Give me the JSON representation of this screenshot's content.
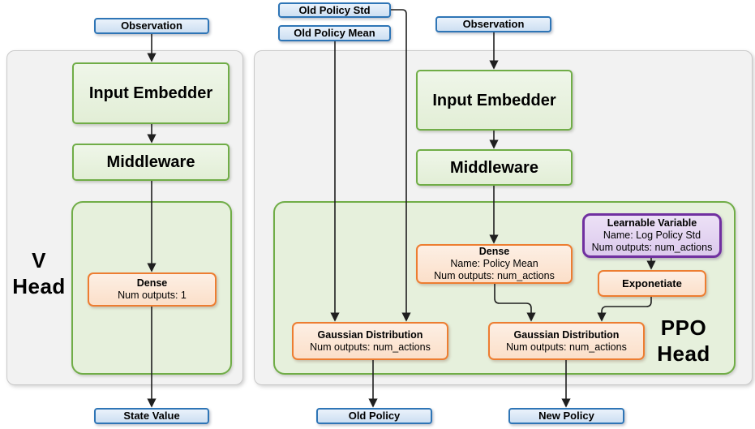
{
  "diagram": {
    "v_head": {
      "label_line1": "V",
      "label_line2": "Head",
      "observation": "Observation",
      "input_embedder": "Input Embedder",
      "middleware": "Middleware",
      "dense": {
        "title": "Dense",
        "subtitle": "Num outputs: 1"
      },
      "state_value": "State Value"
    },
    "ppo_head": {
      "label_line1": "PPO",
      "label_line2": "Head",
      "old_policy_std": "Old Policy Std",
      "old_policy_mean": "Old Policy Mean",
      "observation": "Observation",
      "input_embedder": "Input Embedder",
      "middleware": "Middleware",
      "dense": {
        "title": "Dense",
        "line2": "Name: Policy Mean",
        "line3": "Num outputs: num_actions"
      },
      "learnable_variable": {
        "title": "Learnable Variable",
        "line2": "Name: Log Policy Std",
        "line3": "Num outputs: num_actions"
      },
      "exponetiate": "Exponetiate",
      "gaussian_old": {
        "title": "Gaussian Distribution",
        "subtitle": "Num outputs: num_actions"
      },
      "gaussian_new": {
        "title": "Gaussian Distribution",
        "subtitle": "Num outputs: num_actions"
      },
      "old_policy": "Old Policy",
      "new_policy": "New Policy"
    },
    "colors": {
      "io_border": "#2E75B6",
      "io_fill": "#DCE9F7",
      "process_border": "#70AD47",
      "process_fill": "#E7F1DD",
      "layer_border": "#ED7D31",
      "layer_fill": "#FCE5D4",
      "variable_border": "#7030A0",
      "variable_fill": "#E3D4EF",
      "container_fill": "#F2F2F2",
      "container_border": "#C9C9C9",
      "arrow": "#1F1F1F"
    }
  }
}
